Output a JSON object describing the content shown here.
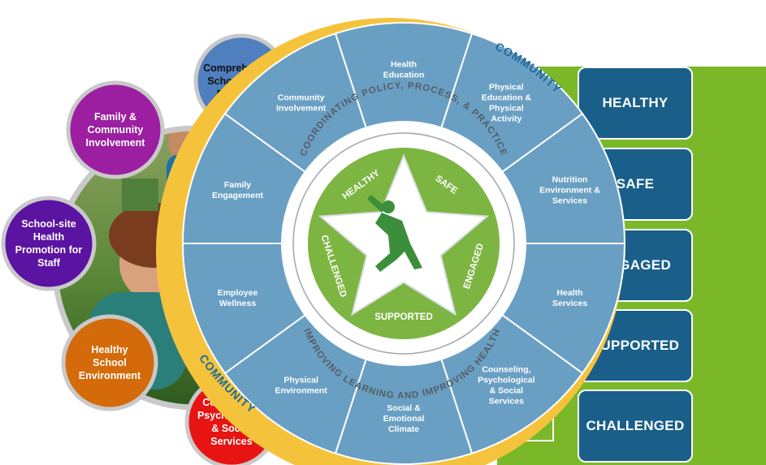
{
  "outer_bubbles": [
    {
      "label": "Comprehensive School Health Education",
      "color": "#4f7fbf"
    },
    {
      "label": "Family & Community Involvement",
      "color": "#9b1fa0"
    },
    {
      "label": "School-site Health Promotion for Staff",
      "color": "#5b13a1"
    },
    {
      "label": "Healthy School Environment",
      "color": "#d46a0a"
    },
    {
      "label": "Counseling, Psychological & Social Services",
      "color": "#e81414"
    }
  ],
  "wheel_segments": [
    "Health Education",
    "Physical Education & Physical Activity",
    "Nutrition Environment & Services",
    "Health Services",
    "Counseling, Psychological & Social Services",
    "Social & Emotional Climate",
    "Physical Environment",
    "Employee Wellness",
    "Family Engagement",
    "Community Involvement"
  ],
  "community_labels": [
    "COMMUNITY",
    "COMMUNITY"
  ],
  "ring_text_top": "COORDINATING POLICY, PROCESS, & PRACTICE",
  "ring_text_bottom": "IMPROVING LEARNING AND IMPROVING HEALTH",
  "star_words": [
    "HEALTHY",
    "SAFE",
    "ENGAGED",
    "SUPPORTED",
    "CHALLENGED"
  ],
  "outcome_boxes": [
    "HEALTHY",
    "SAFE",
    "ENGAGED",
    "SUPPORTED",
    "CHALLENGED"
  ],
  "checkmark": "✓",
  "colors": {
    "wheel_blue": "#6a9fc4",
    "inner_green": "#7db542",
    "community_yellow": "#f5c33b",
    "panel_green": "#7ab829",
    "box_blue": "#1a5f89"
  }
}
